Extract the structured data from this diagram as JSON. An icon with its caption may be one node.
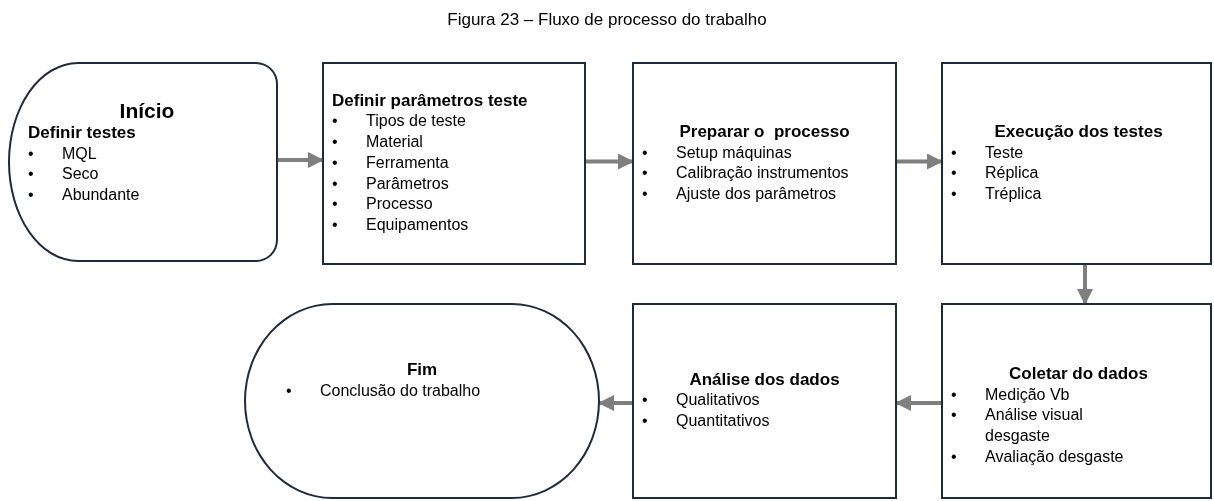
{
  "diagram": {
    "title": "Figura 23 – Fluxo de processo do trabalho",
    "nodes": [
      {
        "text": [
          "Início",
          "Definir testes",
          "•",
          "MQL",
          "•",
          "Seco",
          "•",
          "Abundante"
        ]
      },
      {
        "text": [
          "Definir parâmetros teste",
          "•",
          "Tipos de teste",
          "•",
          "Material",
          "•",
          "Ferramenta",
          "•",
          "Parâmetros",
          "•",
          "Processo",
          "•",
          "Equipamentos"
        ]
      },
      {
        "text": [
          "Preparar o  processo",
          "•",
          "Setup máquinas",
          "•",
          "Calibração instrumentos",
          "•",
          "Ajuste dos parâmetros"
        ]
      },
      {
        "text": [
          "Execução dos testes",
          "•",
          "Teste",
          "•",
          "Réplica",
          "•",
          "Tréplica"
        ]
      },
      {
        "text": [
          "Coletar do dados",
          "•",
          "Medição Vb",
          "•",
          "Análise visual desgaste",
          "•",
          "Avaliação desgaste"
        ]
      },
      {
        "text": [
          "Análise dos dados",
          "•",
          "Qualitativos",
          "•",
          "Quantitativos"
        ]
      },
      {
        "text": [
          "Fim",
          "•",
          "Conclusão do trabalho"
        ]
      }
    ],
    "edges": [
      {
        "from": 0,
        "to": 1,
        "arrow": "to"
      },
      {
        "from": 1,
        "to": 2,
        "arrow": "to"
      },
      {
        "from": 2,
        "to": 3,
        "arrow": "to"
      },
      {
        "from": 3,
        "to": 4,
        "arrow": "to"
      },
      {
        "from": 4,
        "to": 5,
        "arrow": "to"
      },
      {
        "from": 5,
        "to": 6,
        "arrow": "to"
      }
    ]
  }
}
